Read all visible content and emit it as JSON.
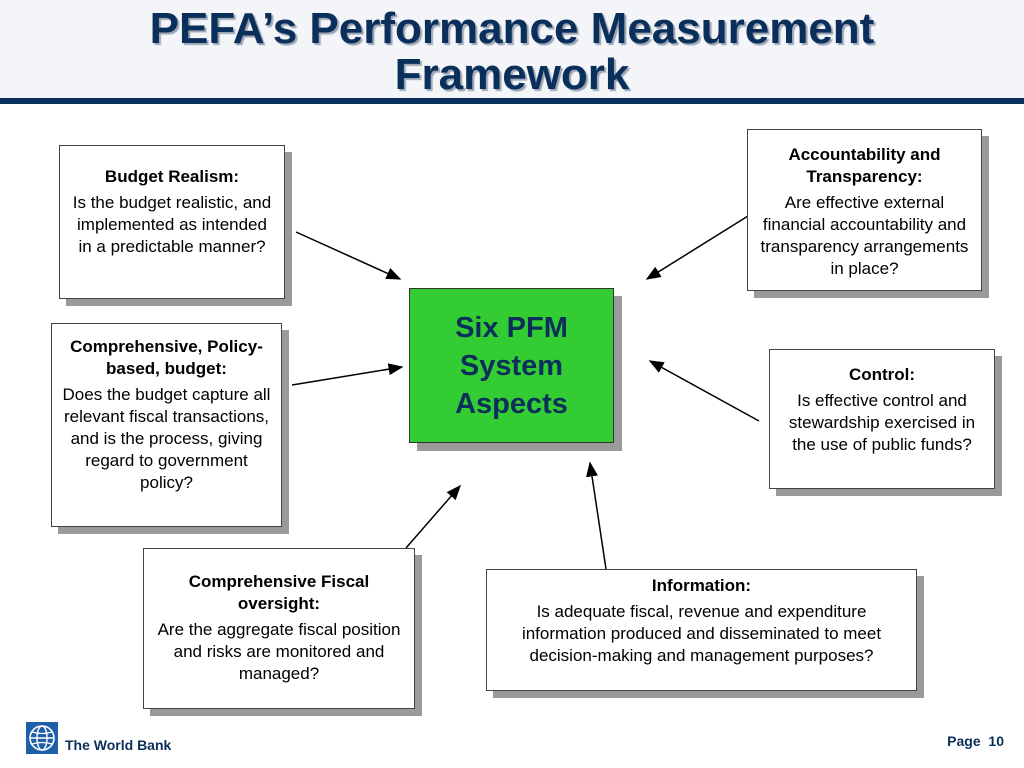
{
  "title": "PEFA’s Performance Measurement Framework",
  "center": {
    "lines": [
      "Six  PFM",
      "System",
      "Aspects"
    ]
  },
  "boxes": {
    "budget_realism": {
      "heading": "Budget Realism:",
      "text": "Is the budget realistic, and implemented as intended in a predictable manner?"
    },
    "comprehensive": {
      "heading": "Comprehensive, Policy-based, budget:",
      "text": "Does the budget capture all relevant fiscal transactions, and is the process, giving regard to government policy?"
    },
    "fiscal_oversight": {
      "heading": "Comprehensive Fiscal oversight:",
      "text": "Are the aggregate fiscal position and risks are monitored and managed?"
    },
    "accountability": {
      "heading": "Accountability and Transparency:",
      "text": "Are effective external financial accountability and transparency arrangements in place?"
    },
    "control": {
      "heading": "Control:",
      "text": "Is effective control and stewardship exercised in the use of public funds?"
    },
    "information": {
      "heading": "Information:",
      "text": "Is adequate fiscal, revenue and expenditure information produced and disseminated to meet decision-making and management purposes?"
    }
  },
  "footer": {
    "org": "The World Bank",
    "page_label": "Page",
    "page_number": "10"
  },
  "colors": {
    "navy": "#0b2f5b",
    "center_green": "#33cc33"
  }
}
